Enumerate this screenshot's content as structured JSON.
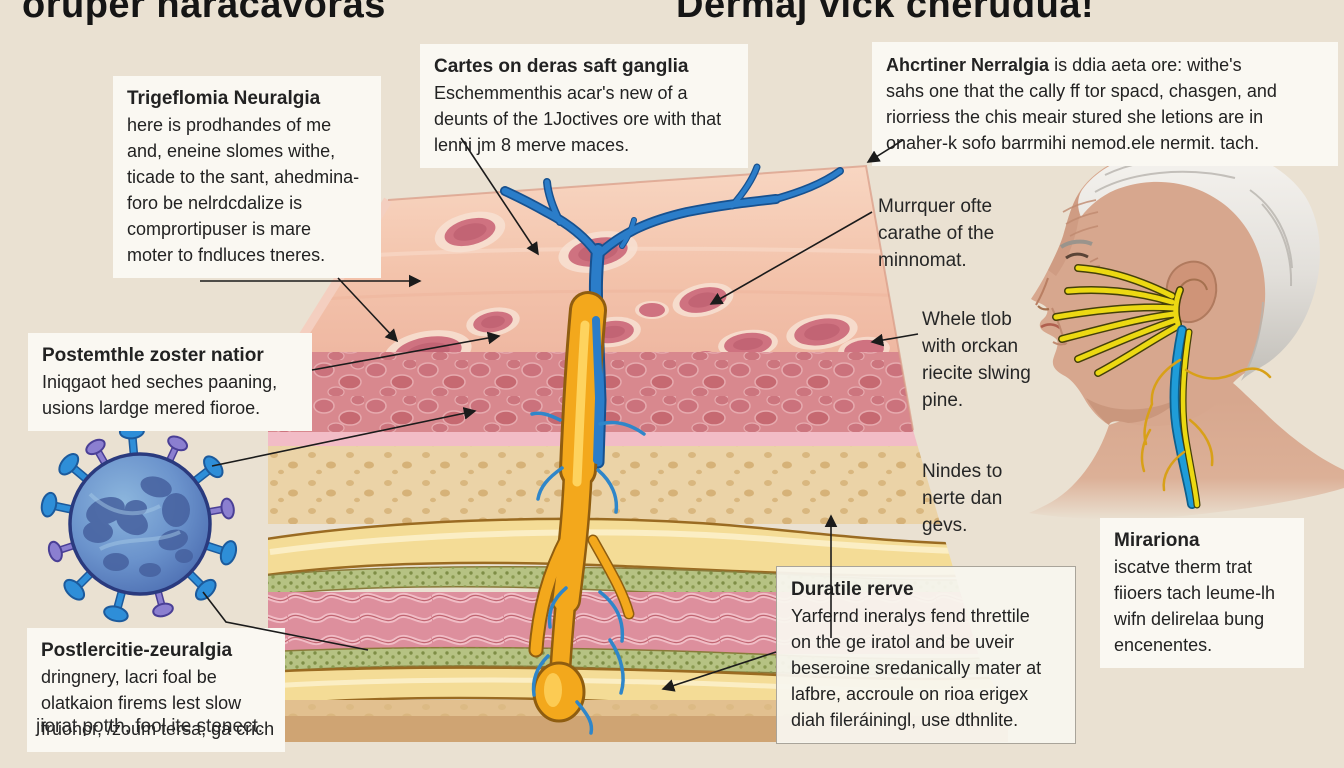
{
  "titles": {
    "left": "oruper naracavoras",
    "right": "Dermaj vick cherudua!"
  },
  "annotations": {
    "trigeflomia": {
      "title": "Trigeflomia Neuralgia",
      "lines": [
        "here is prodhandes of me",
        "and, eneine slomes withe,",
        "ticade to the sant, ahedmina-",
        "foro be nelrdcdalize is",
        "comprortipuser is mare",
        "moter to fndluces tneres."
      ]
    },
    "cartes": {
      "title": "Cartes on deras saft ganglia",
      "lines": [
        "Eschemmenthis acar's new of a",
        "deunts of the 1Joctives ore with that",
        "lenni jm 8 merve maces."
      ]
    },
    "ahcrtiner": {
      "title": "Ahcrtiner Nerralgia",
      "title_rest": " is ddia aeta ore: withe's",
      "lines": [
        "sahs one that the cally ff tor spacd, chasgen, and",
        "riorriess the chis meair stured she letions are in",
        "onaher-k sofo barrmihi nemod.ele nermit. tach."
      ]
    },
    "murrquer": {
      "lines": [
        "Murrquer ofte",
        "carathe of the",
        "minnomat."
      ]
    },
    "whele": {
      "lines": [
        "Whele tlob",
        "with orckan",
        "riecite slwing",
        "pine."
      ]
    },
    "postemthle": {
      "title": "Postemthle zoster natior",
      "lines": [
        "Iniqgaot hed seches paaning,",
        "usions lardge mered fioroe."
      ]
    },
    "nindes": {
      "lines": [
        "Nindes to",
        "nerte dan",
        "gevs."
      ]
    },
    "duratile": {
      "title": "Duratile rerve",
      "lines": [
        "Yarfernd ineralys fend threttile",
        "on the ge iratol and be uveir",
        "beseroine sredanically mater at",
        "lafbre, accroule on rioa erigex",
        "diah fileráiningl, use dthnlite."
      ]
    },
    "mirariona": {
      "title": "Mirariona",
      "lines": [
        "iscatve therm trat",
        "fiioers tach leume-lh",
        "wifn delirelaa bung",
        "encenentes."
      ]
    },
    "postlercitie": {
      "title": "Postlercitie-zeuralgia",
      "lines": [
        "dringnery, lacri foal be",
        "olatkaion firems lest slow",
        "fruonor, /zoum tersa, ga crich"
      ],
      "caption": "jiorat potth, fool ite stenect."
    }
  },
  "illustration": {
    "skin_cross_section": "layered-skin-block",
    "skin_layers": [
      "epidermis",
      "dermis",
      "subcutaneous-fat",
      "fascia",
      "muscle"
    ],
    "nerve": "trigeminal-nerve-trunk-and-branches",
    "virus": "varicella-zoster-virus-particle",
    "face": "elderly-man-profile-with-facial-nerves"
  },
  "colors": {
    "background": "#eae1d2",
    "callout_bg": "#faf8f2",
    "text": "#1c1c1c",
    "epidermis": "#f3c3ab",
    "lesion": "#cf7280",
    "dermis": "#d8888e",
    "fat": "#ebd3a7",
    "fascia_yellow": "#f4dc96",
    "muscle": "#dd8f9d",
    "nerve_yellow": "#f3a81c",
    "nerve_blue": "#2b7dc9",
    "virus_body": "#5b87c7",
    "virus_spike_blue": "#2e8ed8",
    "virus_spike_purple": "#8b7fd0",
    "face_nerve_yellow": "#ecd912",
    "face_nerve_teal": "#1f9cd8"
  }
}
